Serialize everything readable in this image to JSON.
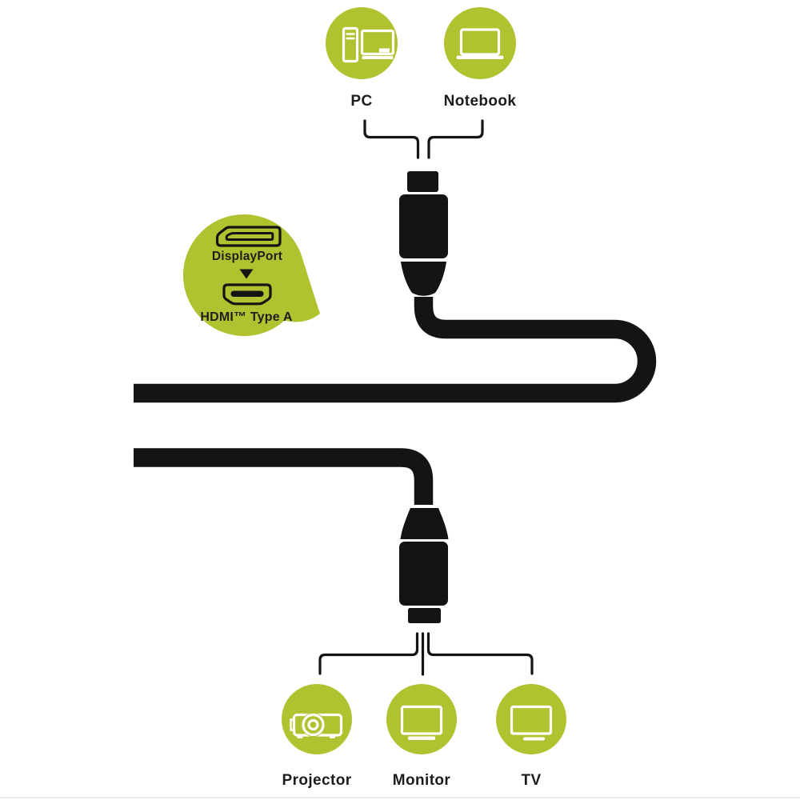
{
  "colors": {
    "green": "#b0c22f",
    "ink": "#141414",
    "icon_white": "#ffffff",
    "edge_line": "#ececec"
  },
  "diagram": {
    "sources": [
      {
        "label": "PC",
        "icon": "pc-icon"
      },
      {
        "label": "Notebook",
        "icon": "notebook-icon"
      }
    ],
    "adapter_bubble": {
      "from_label": "DisplayPort",
      "from_icon": "displayport-connector-icon",
      "arrow_icon": "arrow-down-icon",
      "to_label": "HDMI™ Type A",
      "to_icon": "hdmi-connector-icon"
    },
    "cable": {
      "top_connector": "cable-plug-top",
      "bottom_connector": "cable-plug-bottom"
    },
    "outputs": [
      {
        "label": "Projector",
        "icon": "projector-icon"
      },
      {
        "label": "Monitor",
        "icon": "monitor-icon"
      },
      {
        "label": "TV",
        "icon": "tv-icon"
      }
    ]
  }
}
